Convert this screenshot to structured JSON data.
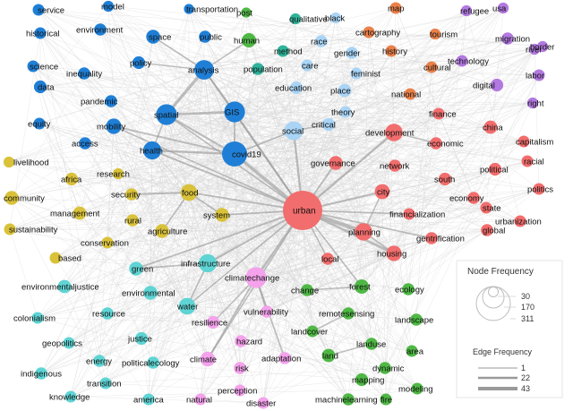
{
  "network": {
    "nodes": [
      {
        "id": "service",
        "label": "service",
        "freq": 8,
        "group": "blue"
      },
      {
        "id": "model",
        "label": "model",
        "freq": 6,
        "group": "blue"
      },
      {
        "id": "transportation",
        "label": "transportation",
        "freq": 4,
        "group": "blue"
      },
      {
        "id": "post",
        "label": "post",
        "freq": 4,
        "group": "green"
      },
      {
        "id": "qualitative",
        "label": "qualitative",
        "freq": 6,
        "group": "teal"
      },
      {
        "id": "black",
        "label": "black",
        "freq": 6,
        "group": "lightblue"
      },
      {
        "id": "map",
        "label": "map",
        "freq": 8,
        "group": "orange"
      },
      {
        "id": "refugee",
        "label": "refugee",
        "freq": 6,
        "group": "purple"
      },
      {
        "id": "usa",
        "label": "usa",
        "freq": 6,
        "group": "purple"
      },
      {
        "id": "historical",
        "label": "historical",
        "freq": 8,
        "group": "blue"
      },
      {
        "id": "environment",
        "label": "environment",
        "freq": 10,
        "group": "blue"
      },
      {
        "id": "space",
        "label": "space",
        "freq": 16,
        "group": "blue"
      },
      {
        "id": "public",
        "label": "public",
        "freq": 10,
        "group": "blue"
      },
      {
        "id": "human",
        "label": "human",
        "freq": 18,
        "group": "green"
      },
      {
        "id": "cartography",
        "label": "cartography",
        "freq": 8,
        "group": "orange"
      },
      {
        "id": "tourism",
        "label": "tourism",
        "freq": 6,
        "group": "orange"
      },
      {
        "id": "border",
        "label": "border",
        "freq": 6,
        "group": "purple"
      },
      {
        "id": "method",
        "label": "method",
        "freq": 8,
        "group": "teal"
      },
      {
        "id": "race",
        "label": "race",
        "freq": 10,
        "group": "lightblue"
      },
      {
        "id": "migration",
        "label": "migration",
        "freq": 10,
        "group": "purple"
      },
      {
        "id": "policy",
        "label": "policy",
        "freq": 12,
        "group": "blue"
      },
      {
        "id": "gender",
        "label": "gender",
        "freq": 10,
        "group": "lightblue"
      },
      {
        "id": "history",
        "label": "history",
        "freq": 8,
        "group": "orange"
      },
      {
        "id": "river",
        "label": "river",
        "freq": 6,
        "group": "purple"
      },
      {
        "id": "science",
        "label": "science",
        "freq": 8,
        "group": "blue"
      },
      {
        "id": "inequality",
        "label": "inequality",
        "freq": 10,
        "group": "blue"
      },
      {
        "id": "analysis",
        "label": "analysis",
        "freq": 50,
        "group": "blue"
      },
      {
        "id": "population",
        "label": "population",
        "freq": 10,
        "group": "teal"
      },
      {
        "id": "care",
        "label": "care",
        "freq": 8,
        "group": "lightblue"
      },
      {
        "id": "technology",
        "label": "technology",
        "freq": 8,
        "group": "purple"
      },
      {
        "id": "cultural",
        "label": "cultural",
        "freq": 8,
        "group": "orange"
      },
      {
        "id": "feminist",
        "label": "feminist",
        "freq": 8,
        "group": "lightblue"
      },
      {
        "id": "labor",
        "label": "labor",
        "freq": 8,
        "group": "purple"
      },
      {
        "id": "data",
        "label": "data",
        "freq": 12,
        "group": "blue"
      },
      {
        "id": "digital",
        "label": "digital",
        "freq": 12,
        "group": "purple"
      },
      {
        "id": "education",
        "label": "education",
        "freq": 12,
        "group": "lightblue"
      },
      {
        "id": "place",
        "label": "place",
        "freq": 14,
        "group": "lightblue"
      },
      {
        "id": "national",
        "label": "national",
        "freq": 8,
        "group": "orange"
      },
      {
        "id": "pandemic",
        "label": "pandemic",
        "freq": 10,
        "group": "blue"
      },
      {
        "id": "right",
        "label": "right",
        "freq": 6,
        "group": "purple"
      },
      {
        "id": "spatial",
        "label": "spatial",
        "freq": 60,
        "group": "blue"
      },
      {
        "id": "GIS",
        "label": "GIS",
        "freq": 60,
        "group": "blue"
      },
      {
        "id": "theory",
        "label": "theory",
        "freq": 8,
        "group": "lightblue"
      },
      {
        "id": "finance",
        "label": "finance",
        "freq": 8,
        "group": "red"
      },
      {
        "id": "equity",
        "label": "equity",
        "freq": 8,
        "group": "blue"
      },
      {
        "id": "mobility",
        "label": "mobility",
        "freq": 24,
        "group": "blue"
      },
      {
        "id": "critical",
        "label": "critical",
        "freq": 12,
        "group": "lightblue"
      },
      {
        "id": "social",
        "label": "social",
        "freq": 45,
        "group": "lightblue"
      },
      {
        "id": "development",
        "label": "development",
        "freq": 36,
        "group": "red"
      },
      {
        "id": "china",
        "label": "china",
        "freq": 14,
        "group": "red"
      },
      {
        "id": "economic",
        "label": "economic",
        "freq": 10,
        "group": "red"
      },
      {
        "id": "access",
        "label": "access",
        "freq": 10,
        "group": "blue"
      },
      {
        "id": "health",
        "label": "health",
        "freq": 40,
        "group": "blue"
      },
      {
        "id": "capitalism",
        "label": "capitalism",
        "freq": 8,
        "group": "red"
      },
      {
        "id": "livelihood",
        "label": "livelihood",
        "freq": 6,
        "group": "yellow"
      },
      {
        "id": "covid19",
        "label": "covid19",
        "freq": 100,
        "group": "blue"
      },
      {
        "id": "governance",
        "label": "governance",
        "freq": 16,
        "group": "red"
      },
      {
        "id": "network",
        "label": "network",
        "freq": 10,
        "group": "red"
      },
      {
        "id": "racial",
        "label": "racial",
        "freq": 8,
        "group": "red"
      },
      {
        "id": "research",
        "label": "research",
        "freq": 6,
        "group": "yellow"
      },
      {
        "id": "political",
        "label": "political",
        "freq": 12,
        "group": "red"
      },
      {
        "id": "africa",
        "label": "africa",
        "freq": 12,
        "group": "yellow"
      },
      {
        "id": "south",
        "label": "south",
        "freq": 12,
        "group": "red"
      },
      {
        "id": "politics",
        "label": "politics",
        "freq": 8,
        "group": "red"
      },
      {
        "id": "community",
        "label": "community",
        "freq": 16,
        "group": "yellow"
      },
      {
        "id": "security",
        "label": "security",
        "freq": 10,
        "group": "yellow"
      },
      {
        "id": "food",
        "label": "food",
        "freq": 30,
        "group": "yellow"
      },
      {
        "id": "city",
        "label": "city",
        "freq": 22,
        "group": "red"
      },
      {
        "id": "economy",
        "label": "economy",
        "freq": 10,
        "group": "red"
      },
      {
        "id": "state",
        "label": "state",
        "freq": 8,
        "group": "red"
      },
      {
        "id": "management",
        "label": "management",
        "freq": 14,
        "group": "yellow"
      },
      {
        "id": "system",
        "label": "system",
        "freq": 16,
        "group": "yellow"
      },
      {
        "id": "urban",
        "label": "urban",
        "freq": 311,
        "group": "red"
      },
      {
        "id": "financialization",
        "label": "financialization",
        "freq": 8,
        "group": "red"
      },
      {
        "id": "rural",
        "label": "rural",
        "freq": 10,
        "group": "yellow"
      },
      {
        "id": "urbanization",
        "label": "urbanization",
        "freq": 8,
        "group": "red"
      },
      {
        "id": "sustainability",
        "label": "sustainability",
        "freq": 8,
        "group": "yellow"
      },
      {
        "id": "agriculture",
        "label": "agriculture",
        "freq": 16,
        "group": "yellow"
      },
      {
        "id": "planning",
        "label": "planning",
        "freq": 36,
        "group": "red"
      },
      {
        "id": "global",
        "label": "global",
        "freq": 10,
        "group": "red"
      },
      {
        "id": "conservation",
        "label": "conservation",
        "freq": 8,
        "group": "yellow"
      },
      {
        "id": "gentrification",
        "label": "gentrification",
        "freq": 10,
        "group": "red"
      },
      {
        "id": "based",
        "label": "based",
        "freq": 8,
        "group": "yellow"
      },
      {
        "id": "local",
        "label": "local",
        "freq": 10,
        "group": "red"
      },
      {
        "id": "housing",
        "label": "housing",
        "freq": 24,
        "group": "red"
      },
      {
        "id": "infrastructure",
        "label": "infrastructure",
        "freq": 40,
        "group": "cyan"
      },
      {
        "id": "green",
        "label": "green",
        "freq": 16,
        "group": "cyan"
      },
      {
        "id": "environmentaljustice",
        "label": "environmentaljustice",
        "freq": 14,
        "group": "cyan"
      },
      {
        "id": "climatechange",
        "label": "climatechange",
        "freq": 60,
        "group": "pink"
      },
      {
        "id": "change",
        "label": "change",
        "freq": 10,
        "group": "green"
      },
      {
        "id": "forest",
        "label": "forest",
        "freq": 18,
        "group": "green"
      },
      {
        "id": "ecology",
        "label": "ecology",
        "freq": 10,
        "group": "green"
      },
      {
        "id": "colonialism",
        "label": "colonialism",
        "freq": 8,
        "group": "cyan"
      },
      {
        "id": "environmental",
        "label": "environmental",
        "freq": 16,
        "group": "cyan"
      },
      {
        "id": "water",
        "label": "water",
        "freq": 30,
        "group": "cyan"
      },
      {
        "id": "vulnerability",
        "label": "vulnerability",
        "freq": 10,
        "group": "pink"
      },
      {
        "id": "remotesensing",
        "label": "remotesensing",
        "freq": 10,
        "group": "green"
      },
      {
        "id": "resource",
        "label": "resource",
        "freq": 10,
        "group": "cyan"
      },
      {
        "id": "resilience",
        "label": "resilience",
        "freq": 12,
        "group": "pink"
      },
      {
        "id": "landscape",
        "label": "landscape",
        "freq": 10,
        "group": "green"
      },
      {
        "id": "geopolitics",
        "label": "geopolitics",
        "freq": 8,
        "group": "cyan"
      },
      {
        "id": "justice",
        "label": "justice",
        "freq": 12,
        "group": "cyan"
      },
      {
        "id": "hazard",
        "label": "hazard",
        "freq": 10,
        "group": "pink"
      },
      {
        "id": "landcover",
        "label": "landcover",
        "freq": 8,
        "group": "green"
      },
      {
        "id": "landuse",
        "label": "landuse",
        "freq": 10,
        "group": "green"
      },
      {
        "id": "indigenous",
        "label": "indigenous",
        "freq": 10,
        "group": "cyan"
      },
      {
        "id": "energy",
        "label": "energy",
        "freq": 10,
        "group": "cyan"
      },
      {
        "id": "politicalecology",
        "label": "politicalecology",
        "freq": 10,
        "group": "cyan"
      },
      {
        "id": "climate",
        "label": "climate",
        "freq": 20,
        "group": "pink"
      },
      {
        "id": "adaptation",
        "label": "adaptation",
        "freq": 10,
        "group": "pink"
      },
      {
        "id": "land",
        "label": "land",
        "freq": 14,
        "group": "green"
      },
      {
        "id": "area",
        "label": "area",
        "freq": 8,
        "group": "green"
      },
      {
        "id": "risk",
        "label": "risk",
        "freq": 10,
        "group": "pink"
      },
      {
        "id": "dynamic",
        "label": "dynamic",
        "freq": 10,
        "group": "green"
      },
      {
        "id": "mapping",
        "label": "mapping",
        "freq": 12,
        "group": "green"
      },
      {
        "id": "transition",
        "label": "transition",
        "freq": 8,
        "group": "cyan"
      },
      {
        "id": "knowledge",
        "label": "knowledge",
        "freq": 8,
        "group": "cyan"
      },
      {
        "id": "america",
        "label": "america",
        "freq": 8,
        "group": "cyan"
      },
      {
        "id": "natural",
        "label": "natural",
        "freq": 8,
        "group": "pink"
      },
      {
        "id": "perception",
        "label": "perception",
        "freq": 8,
        "group": "pink"
      },
      {
        "id": "modeling",
        "label": "modeling",
        "freq": 8,
        "group": "green"
      },
      {
        "id": "disaster",
        "label": "disaster",
        "freq": 8,
        "group": "pink"
      },
      {
        "id": "machinelearning",
        "label": "machinelearning",
        "freq": 10,
        "group": "green"
      },
      {
        "id": "fire",
        "label": "fire",
        "freq": 8,
        "group": "green"
      }
    ],
    "strong_edges": [
      {
        "source": "urban",
        "target": "planning",
        "weight": 43
      },
      {
        "source": "urban",
        "target": "covid19",
        "weight": 30
      },
      {
        "source": "urban",
        "target": "housing",
        "weight": 22
      },
      {
        "source": "urban",
        "target": "development",
        "weight": 18
      },
      {
        "source": "urban",
        "target": "climatechange",
        "weight": 18
      },
      {
        "source": "urban",
        "target": "GIS",
        "weight": 16
      },
      {
        "source": "urban",
        "target": "social",
        "weight": 16
      },
      {
        "source": "urban",
        "target": "city",
        "weight": 14
      },
      {
        "source": "urban",
        "target": "governance",
        "weight": 12
      },
      {
        "source": "urban",
        "target": "green",
        "weight": 12
      },
      {
        "source": "urban",
        "target": "system",
        "weight": 10
      },
      {
        "source": "urban",
        "target": "infrastructure",
        "weight": 12
      },
      {
        "source": "urban",
        "target": "gentrification",
        "weight": 10
      },
      {
        "source": "urban",
        "target": "food",
        "weight": 10
      },
      {
        "source": "urban",
        "target": "health",
        "weight": 10
      },
      {
        "source": "urban",
        "target": "water",
        "weight": 8
      },
      {
        "source": "urban",
        "target": "forest",
        "weight": 8
      },
      {
        "source": "urban",
        "target": "local",
        "weight": 8
      },
      {
        "source": "urban",
        "target": "mobility",
        "weight": 8
      },
      {
        "source": "urban",
        "target": "financialization",
        "weight": 8
      },
      {
        "source": "urban",
        "target": "climate",
        "weight": 8
      },
      {
        "source": "urban",
        "target": "spatial",
        "weight": 8
      },
      {
        "source": "urban",
        "target": "analysis",
        "weight": 8
      },
      {
        "source": "spatial",
        "target": "analysis",
        "weight": 30
      },
      {
        "source": "GIS",
        "target": "spatial",
        "weight": 22
      },
      {
        "source": "covid19",
        "target": "health",
        "weight": 18
      },
      {
        "source": "covid19",
        "target": "spatial",
        "weight": 12
      },
      {
        "source": "covid19",
        "target": "mobility",
        "weight": 12
      },
      {
        "source": "covid19",
        "target": "GIS",
        "weight": 10
      },
      {
        "source": "covid19",
        "target": "social",
        "weight": 8
      },
      {
        "source": "GIS",
        "target": "analysis",
        "weight": 12
      },
      {
        "source": "spatial",
        "target": "health",
        "weight": 8
      },
      {
        "source": "food",
        "target": "security",
        "weight": 14
      },
      {
        "source": "food",
        "target": "system",
        "weight": 12
      },
      {
        "source": "food",
        "target": "agriculture",
        "weight": 10
      },
      {
        "source": "climatechange",
        "target": "climate",
        "weight": 12
      },
      {
        "source": "climatechange",
        "target": "vulnerability",
        "weight": 10
      },
      {
        "source": "climatechange",
        "target": "adaptation",
        "weight": 10
      },
      {
        "source": "climatechange",
        "target": "resilience",
        "weight": 8
      },
      {
        "source": "water",
        "target": "infrastructure",
        "weight": 10
      },
      {
        "source": "green",
        "target": "infrastructure",
        "weight": 10
      },
      {
        "source": "development",
        "target": "economic",
        "weight": 8
      },
      {
        "source": "planning",
        "target": "housing",
        "weight": 10
      },
      {
        "source": "city",
        "target": "planning",
        "weight": 8
      },
      {
        "source": "forest",
        "target": "change",
        "weight": 8
      },
      {
        "source": "land",
        "target": "landuse",
        "weight": 8
      },
      {
        "source": "remotesensing",
        "target": "landcover",
        "weight": 8
      },
      {
        "source": "social",
        "target": "critical",
        "weight": 8
      },
      {
        "source": "human",
        "target": "analysis",
        "weight": 8
      },
      {
        "source": "space",
        "target": "analysis",
        "weight": 8
      },
      {
        "source": "policy",
        "target": "analysis",
        "weight": 6
      }
    ]
  },
  "legend": {
    "node_title": "Node Frequency",
    "node_values": [
      30,
      170,
      311
    ],
    "edge_title": "Edge Frequency",
    "edge_values": [
      1,
      22,
      43
    ]
  },
  "colors": {
    "blue": "#1f7fd6",
    "lightblue": "#a9d4f5",
    "red": "#f26d6d",
    "orange": "#e9804a",
    "purple": "#b279e0",
    "green": "#4fb845",
    "teal": "#2fb39a",
    "yellow": "#d9c23a",
    "cyan": "#5fd4d4",
    "pink": "#f4a2ec",
    "edge": "#9a9a9a",
    "edge_faint": "#d6d6d6"
  }
}
